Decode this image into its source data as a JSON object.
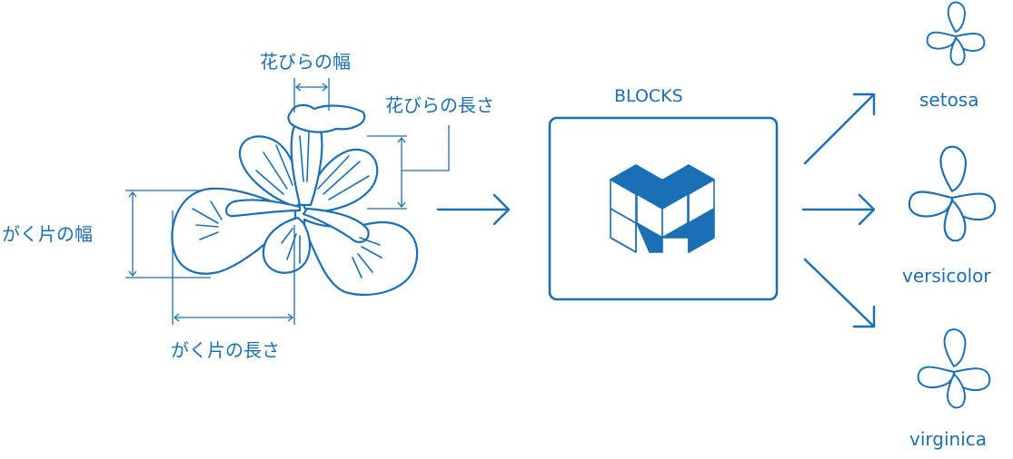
{
  "diagram": {
    "accent_color": "#1a6fb5",
    "labels": {
      "petal_width": "花びらの幅",
      "petal_length": "花びらの長さ",
      "sepal_width": "がく片の幅",
      "sepal_length": "がく片の長さ"
    },
    "model": {
      "title": "BLOCKS",
      "icon": "cubes-logo-icon"
    },
    "classes": [
      "setosa",
      "versicolor",
      "virginica"
    ]
  }
}
